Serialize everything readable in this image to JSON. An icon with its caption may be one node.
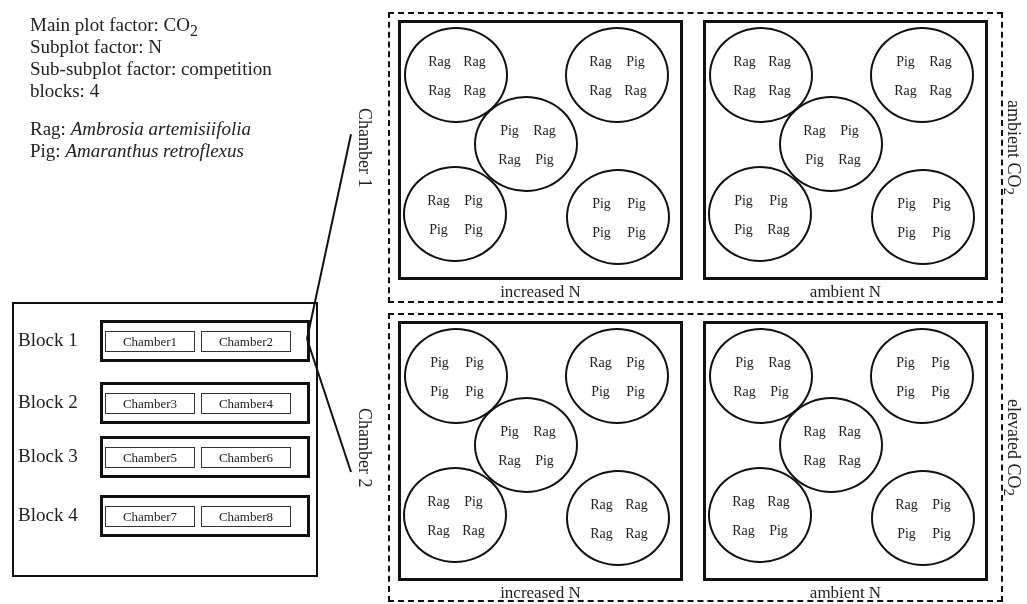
{
  "diagram": {
    "nodes": [
      {
        "text": [],
        "shape": "box"
      },
      {
        "text": [
          "Block 1"
        ],
        "in": 0
      },
      {
        "text": [
          "Chamber1"
        ],
        "in": 1
      },
      {
        "text": [
          "Chamber2"
        ],
        "in": 1
      },
      {
        "text": [
          "Block 2"
        ],
        "in": 0
      },
      {
        "text": [
          "Chamber3"
        ],
        "in": 4
      },
      {
        "text": [
          "Chamber4"
        ],
        "in": 4
      },
      {
        "text": [
          "Block 3"
        ],
        "in": 0
      },
      {
        "text": [
          "Chamber5"
        ],
        "in": 7
      },
      {
        "text": [
          "Chamber6"
        ],
        "in": 7
      },
      {
        "text": [
          "Block 4"
        ],
        "in": 0
      },
      {
        "text": [
          "Chamber7"
        ],
        "in": 10
      },
      {
        "text": [
          "Chamber8"
        ],
        "in": 10
      },
      {
        "text": [
          "Chamber 1",
          "ambient CO$_{2}$"
        ]
      },
      {
        "text": [
          "increased N"
        ],
        "in": 13
      },
      {
        "text": [
          "Rag",
          "Rag",
          "Rag",
          "Rag"
        ],
        "in": 14
      },
      {
        "text": [
          "Rag",
          "Pig",
          "Rag",
          "Rag"
        ],
        "in": 14
      },
      {
        "text": [
          "Pig",
          "Rag",
          "Rag",
          "Pig"
        ],
        "in": 14
      },
      {
        "text": [
          "Rag",
          "Pig",
          "Pig",
          "Pig"
        ],
        "in": 14
      },
      {
        "text": [
          "Pig",
          "Pig",
          "Pig",
          "Pig"
        ],
        "in": 14
      },
      {
        "text": [
          "ambient N"
        ],
        "in": 13
      },
      {
        "text": [
          "Rag",
          "Rag",
          "Rag",
          "Rag"
        ],
        "in": 20
      },
      {
        "text": [
          "Pig",
          "Rag",
          "Rag",
          "Rag"
        ],
        "in": 20
      },
      {
        "text": [
          "Rag",
          "Pig",
          "Pig",
          "Rag"
        ],
        "in": 20
      },
      {
        "text": [
          "Pig",
          "Pig",
          "Pig",
          "Rag"
        ],
        "in": 20
      },
      {
        "text": [
          "Pig",
          "Pig",
          "Pig",
          "Pig"
        ],
        "in": 20
      },
      {
        "text": [
          "Chamber 2",
          "elevated CO$_{2}$"
        ]
      },
      {
        "text": [
          "increased N"
        ],
        "in": 26
      },
      {
        "text": [
          "Pig",
          "Pig",
          "Pig",
          "Pig"
        ],
        "in": 27
      },
      {
        "text": [
          "Rag",
          "Pig",
          "Pig",
          "Pig"
        ],
        "in": 27
      },
      {
        "text": [
          "Pig",
          "Rag",
          "Rag",
          "Pig"
        ],
        "in": 27
      },
      {
        "text": [
          "Rag",
          "Pig",
          "Rag",
          "Rag"
        ],
        "in": 27
      },
      {
        "text": [
          "Rag",
          "Rag",
          "Rag",
          "Rag"
        ],
        "in": 27
      },
      {
        "text": [
          "ambient N"
        ],
        "in": 26
      },
      {
        "text": [
          "Pig",
          "Rag",
          "Rag",
          "Pig"
        ],
        "in": 33
      },
      {
        "text": [
          "Pig",
          "Pig",
          "Pig",
          "Pig"
        ],
        "in": 33
      },
      {
        "text": [
          "Rag",
          "Rag",
          "Rag",
          "Rag"
        ],
        "in": 33
      },
      {
        "text": [
          "Rag",
          "Rag",
          "Rag",
          "Pig"
        ],
        "in": 33
      },
      {
        "text": [
          "Rag",
          "Pig",
          "Pig",
          "Pig"
        ],
        "in": 33
      }
    ],
    "edges": [
      {
        "from": 1,
        "to": 13,
        "arrow": "none"
      },
      {
        "from": 1,
        "to": 26,
        "arrow": "none"
      }
    ],
    "labels": [
      "Main plot factor:  CO$_{2}$",
      "Subplot factor: N",
      "Sub-subplot factor: competition",
      "blocks: 4",
      "Rag: *Ambrosia artemisiifolia*",
      "Pig: *Amaranthus retroflexus*"
    ]
  }
}
